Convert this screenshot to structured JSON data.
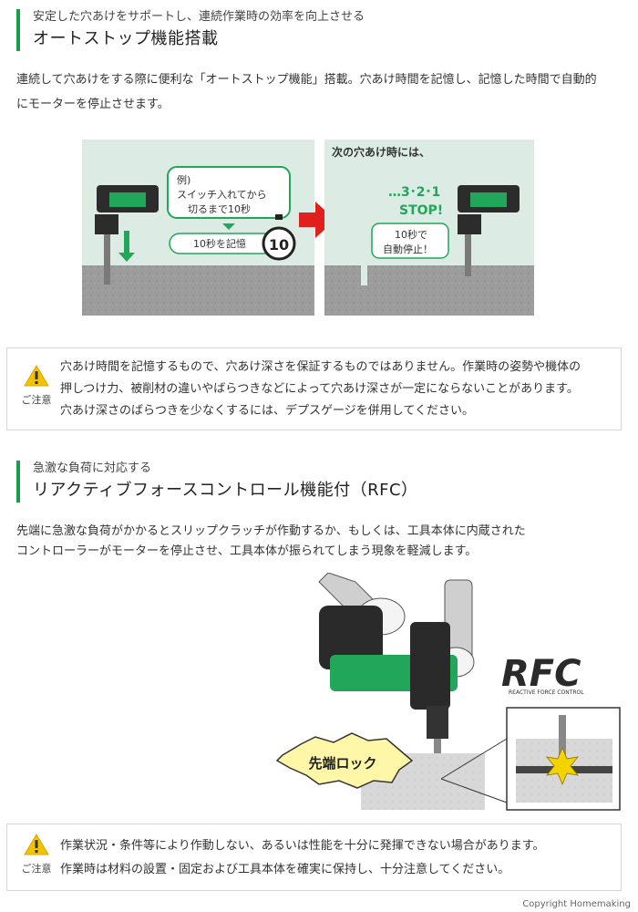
{
  "section1": {
    "subtitle": "安定した穴あけをサポートし、連続作業時の効率を向上させる",
    "title": "オートストップ機能搭載",
    "description_line1": "連続して穴あけをする際に便利な「オートストップ機能」搭載。穴あけ時間を記憶し、記憶した時間で自動的",
    "description_line2": "にモーターを停止させます。",
    "diagram": {
      "bubble_line1": "例)",
      "bubble_line2": "スイッチ入れてから",
      "bubble_line3": "切るまで10秒",
      "memory_label": "10秒を記憶",
      "timer_number": "10",
      "next_label": "次の穴あけ時には、",
      "countdown": "…3･2･1",
      "stop_label": "STOP!",
      "auto_line1": "10秒で",
      "auto_line2": "自動停止！"
    },
    "notice": {
      "label": "ご注意",
      "line1": "穴あけ時間を記憶するもので、穴あけ深さを保証するものではありません。作業時の姿勢や機体の",
      "line2": "押しつけ力、被削材の違いやばらつきなどによって穴あけ深さが一定にならないことがあります。",
      "line3": "穴あけ深さのばらつきを少なくするには、デプスゲージを併用してください。"
    }
  },
  "section2": {
    "subtitle": "急激な負荷に対応する",
    "title": "リアクティブフォースコントロール機能付（RFC）",
    "description_line1": "先端に急激な負荷がかかるとスリップクラッチが作動するか、もしくは、工具本体に内蔵された",
    "description_line2": "コントローラーがモーターを停止させ、工具本体が振られてしまう現象を軽減します。",
    "illustration": {
      "logo_text": "RFC",
      "logo_sub": "REACTIVE FORCE CONTROL",
      "burst_label": "先端ロック"
    },
    "notice": {
      "label": "ご注意",
      "line1": "作業状況・条件等により作動しない、あるいは性能を十分に発揮できない場合があります。",
      "line2": "作業時は材料の設置・固定および工具本体を確実に保持し、十分注意してください。"
    }
  },
  "footer": {
    "copyright": "Copyright Homemaking"
  },
  "colors": {
    "accent": "#1e9a4c",
    "warning": "#f3c300",
    "arrow_red": "#e0201c"
  }
}
